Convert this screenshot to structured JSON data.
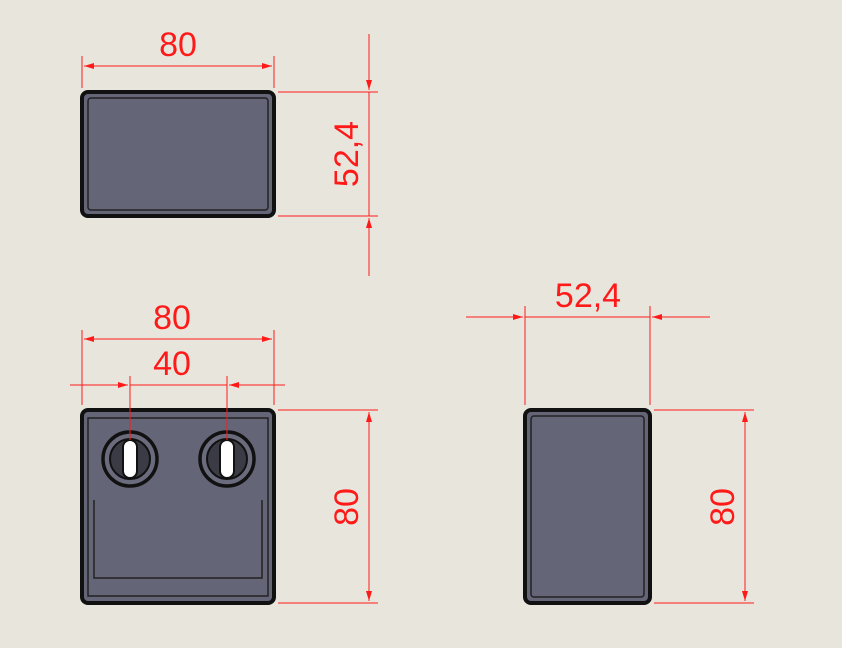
{
  "colors": {
    "background": "#e8e6dc",
    "dimension": "#ff1a1a",
    "part_fill": "#646577",
    "part_outline": "#111111"
  },
  "views": {
    "top": {
      "width_label": "80",
      "height_label": "52,4"
    },
    "front": {
      "width_label": "80",
      "hole_spacing_label": "40",
      "height_label": "80"
    },
    "side": {
      "width_label": "52,4",
      "height_label": "80"
    }
  }
}
